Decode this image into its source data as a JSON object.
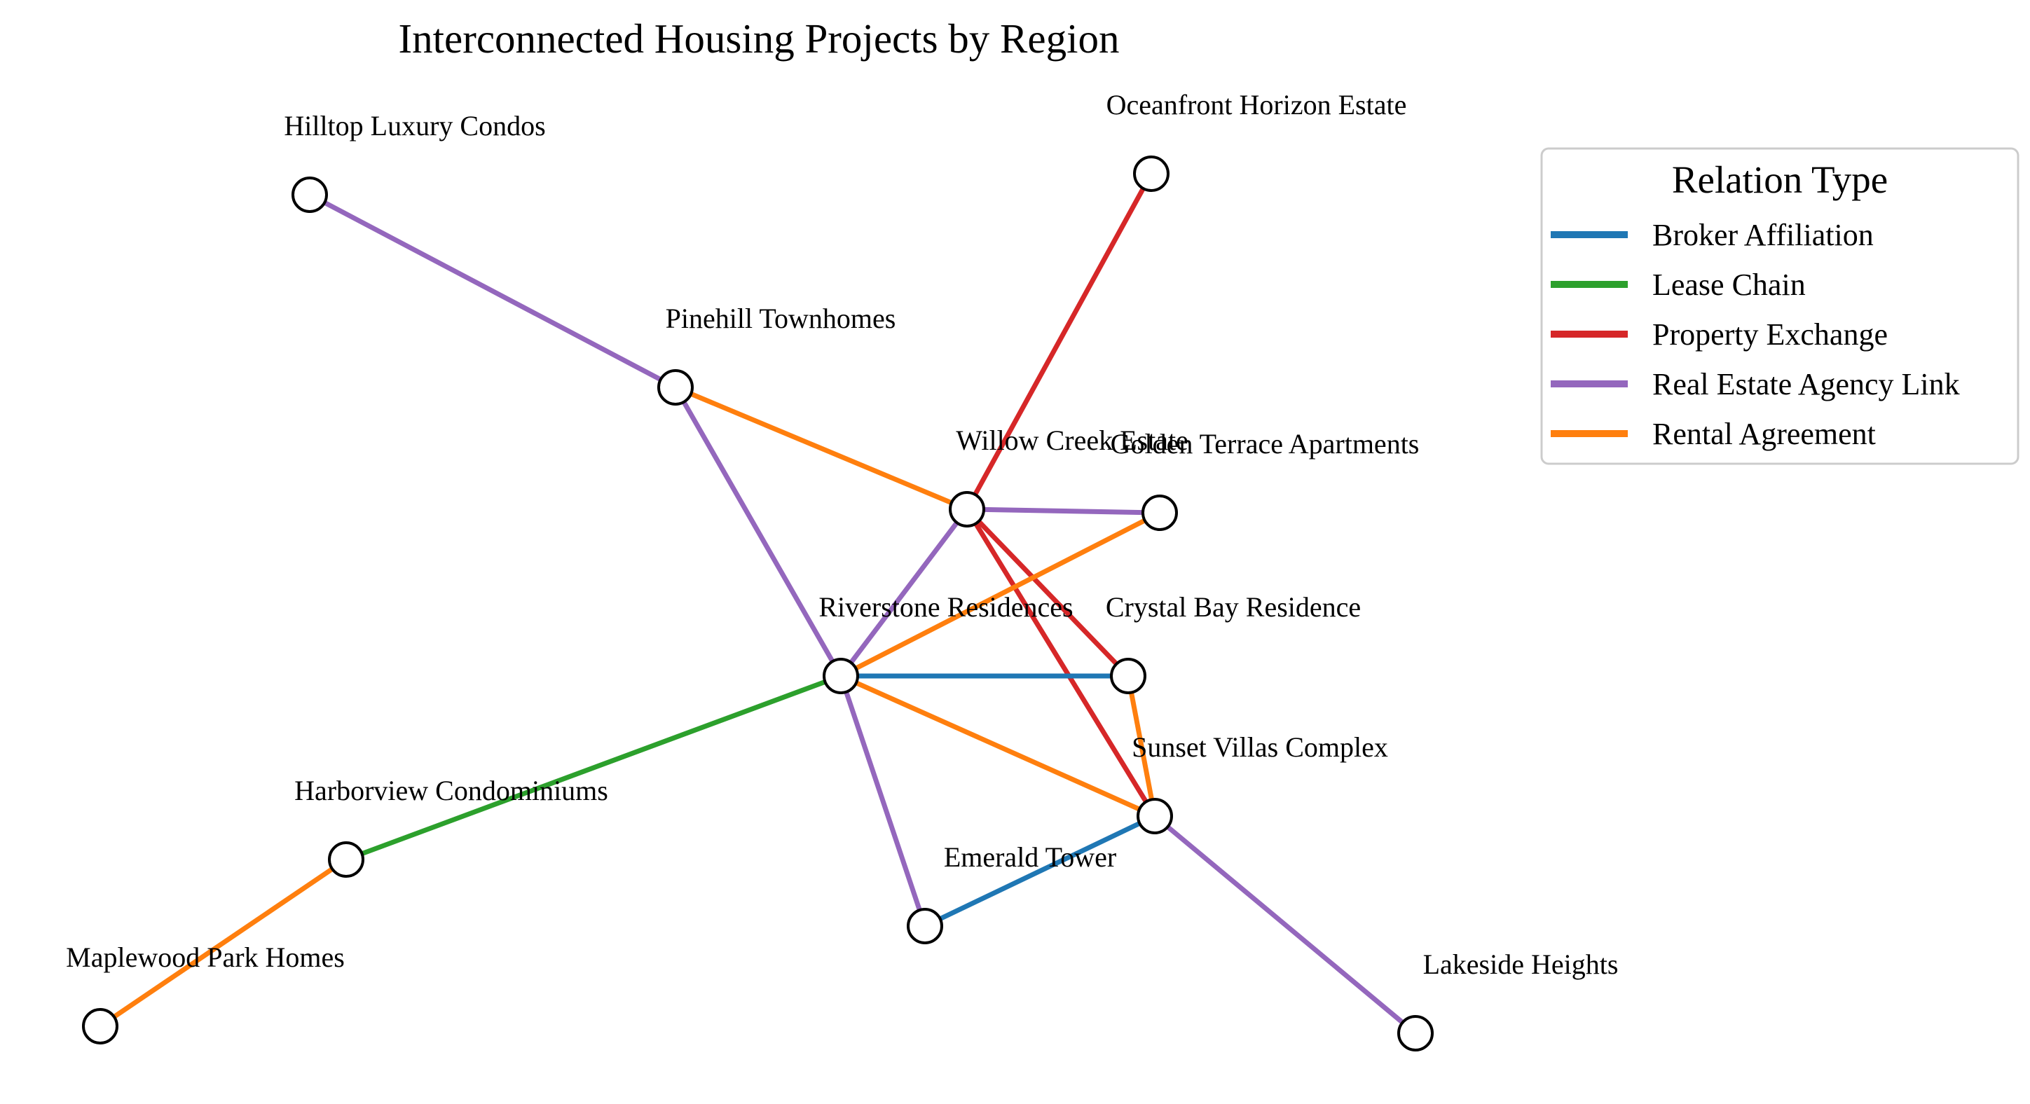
{
  "title": "Interconnected Housing Projects by Region",
  "legend": {
    "title": "Relation Type",
    "items": [
      {
        "label": "Broker Affiliation",
        "color": "#1f77b4"
      },
      {
        "label": "Lease Chain",
        "color": "#2ca02c"
      },
      {
        "label": "Property Exchange",
        "color": "#d62728"
      },
      {
        "label": "Real Estate Agency Link",
        "color": "#9467bd"
      },
      {
        "label": "Rental Agreement",
        "color": "#ff7f0e"
      }
    ]
  },
  "nodes": [
    {
      "id": "hilltop",
      "label": "Hilltop Luxury Condos"
    },
    {
      "id": "oceanfront",
      "label": "Oceanfront Horizon Estate"
    },
    {
      "id": "pinehill",
      "label": "Pinehill Townhomes"
    },
    {
      "id": "willow",
      "label": "Willow Creek Estate"
    },
    {
      "id": "golden",
      "label": "Golden Terrace Apartments"
    },
    {
      "id": "riverstone",
      "label": "Riverstone Residences"
    },
    {
      "id": "crystal",
      "label": "Crystal Bay Residence"
    },
    {
      "id": "sunset",
      "label": "Sunset Villas Complex"
    },
    {
      "id": "harborview",
      "label": "Harborview Condominiums"
    },
    {
      "id": "emerald",
      "label": "Emerald Tower"
    },
    {
      "id": "maplewood",
      "label": "Maplewood Park Homes"
    },
    {
      "id": "lakeside",
      "label": "Lakeside Heights"
    }
  ],
  "edges": [
    {
      "source": "hilltop",
      "target": "pinehill",
      "relation": "Real Estate Agency Link"
    },
    {
      "source": "pinehill",
      "target": "willow",
      "relation": "Rental Agreement"
    },
    {
      "source": "pinehill",
      "target": "riverstone",
      "relation": "Real Estate Agency Link"
    },
    {
      "source": "oceanfront",
      "target": "willow",
      "relation": "Property Exchange"
    },
    {
      "source": "willow",
      "target": "golden",
      "relation": "Real Estate Agency Link"
    },
    {
      "source": "willow",
      "target": "riverstone",
      "relation": "Real Estate Agency Link"
    },
    {
      "source": "willow",
      "target": "crystal",
      "relation": "Property Exchange"
    },
    {
      "source": "willow",
      "target": "sunset",
      "relation": "Property Exchange"
    },
    {
      "source": "golden",
      "target": "riverstone",
      "relation": "Rental Agreement"
    },
    {
      "source": "riverstone",
      "target": "crystal",
      "relation": "Broker Affiliation"
    },
    {
      "source": "riverstone",
      "target": "sunset",
      "relation": "Rental Agreement"
    },
    {
      "source": "riverstone",
      "target": "harborview",
      "relation": "Lease Chain"
    },
    {
      "source": "riverstone",
      "target": "emerald",
      "relation": "Real Estate Agency Link"
    },
    {
      "source": "crystal",
      "target": "sunset",
      "relation": "Rental Agreement"
    },
    {
      "source": "sunset",
      "target": "emerald",
      "relation": "Broker Affiliation"
    },
    {
      "source": "sunset",
      "target": "lakeside",
      "relation": "Real Estate Agency Link"
    },
    {
      "source": "harborview",
      "target": "maplewood",
      "relation": "Rental Agreement"
    }
  ]
}
